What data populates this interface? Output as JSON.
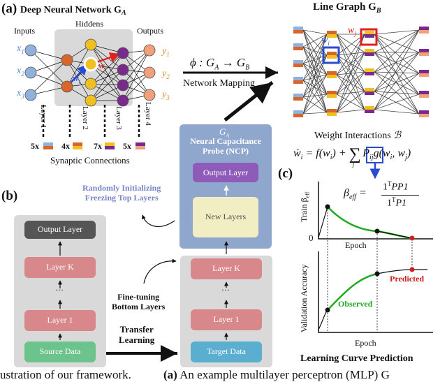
{
  "panel_a": {
    "tag": "(a)",
    "title": "Deep Neural Network G",
    "title_sub": "A",
    "inputs_label": "Inputs",
    "hiddens_label": "Hiddens",
    "outputs_label": "Outputs",
    "x_labels": [
      "x",
      "x",
      "x"
    ],
    "x_subs": [
      "1",
      "2",
      "3"
    ],
    "y_labels": [
      "y",
      "y",
      "y"
    ],
    "y_subs": [
      "1",
      "2",
      "3"
    ],
    "wi": "w",
    "wi_sub": "i",
    "wj": "w",
    "wj_sub": "j",
    "layers": [
      "Layer 1",
      "Layer 2",
      "Layer 3",
      "Layer 4"
    ],
    "counts": [
      "5x",
      "4x",
      "7x",
      "5x"
    ],
    "synaptic": "Synaptic Connections"
  },
  "mapping": {
    "formula": "φ : Gₐ → G_B",
    "phi": "ϕ : G",
    "phi_sub_a": "A",
    "arrow": "→ G",
    "phi_sub_b": "B",
    "label": "Network Mapping"
  },
  "line_graph": {
    "title": "Line Graph G",
    "title_sub": "B",
    "wi": "w",
    "wi_sub": "i",
    "wj": "w",
    "wj_sub": "j"
  },
  "weight_interactions": {
    "title": "Weight Interactions",
    "script_b": "ℬ",
    "eq_left": "ẇ",
    "eq_mid": " = f(w",
    "eq_sum_open": ") + ",
    "eq_pij": "P",
    "eq_pij_sub": "ij",
    "eq_g": "g(w",
    "eq_end": ", w",
    "eq_end2": ")"
  },
  "ncp": {
    "ga": "G",
    "ga_sub": "A",
    "title_line1": "Neural Capacitance",
    "title_line2": "Probe (NCP)",
    "output_layer": "Output Layer",
    "new_layers": "New Layers"
  },
  "panel_b": {
    "tag": "(b)",
    "random_init_line1": "Randomly Initializing",
    "random_init_line2": "Freezing Top Layers",
    "fine_tune_line1": "Fine-tuning",
    "fine_tune_line2": "Bottom Layers",
    "transfer_line1": "Transfer",
    "transfer_line2": "Learning",
    "source_stack": [
      "Output Layer",
      "Layer K",
      "Layer 1",
      "Source Data"
    ],
    "target_stack": [
      "Layer K",
      "Layer 1",
      "Target Data"
    ],
    "dots": "···"
  },
  "panel_c": {
    "tag": "(c)",
    "beta_label": "β",
    "beta_sub": "eff",
    "beta_num": "1",
    "beta_num_sup": "T",
    "beta_num_rest": "PP1",
    "beta_den": "1",
    "beta_den_sup": "T",
    "beta_den_rest": "P1",
    "top_ylabel": "Train β",
    "top_ylabel_sub": "eff",
    "zero": "0",
    "epoch_top": "Epoch",
    "bottom_ylabel": "Validation Accuracy",
    "epoch_bottom": "Epoch",
    "predicted": "Predicted",
    "observed": "Observed",
    "title": "Learning Curve Prediction"
  },
  "caption": {
    "left": "ustration of our framework.",
    "right_tag": "(a)",
    "right": "An example multilayer perceptron (MLP) G"
  },
  "colors": {
    "gray_panel": "#d9d9d9",
    "ncp_blue": "#8fa7cc",
    "new_layers": "#f0eec2",
    "output_purple": "#8e5bb8",
    "layer_pink": "#d8878a",
    "output_dark": "#555555",
    "source_green": "#6cc38c",
    "target_blue": "#5aaed0",
    "input_blue": "#8fb1dc",
    "hidden_orange": "#d8662a",
    "hidden_yellow": "#f0c020",
    "hidden_purple": "#7a2a8a",
    "output_peach": "#f0a07a",
    "curve_green": "#22aa22",
    "predicted_red": "#cc2222"
  }
}
